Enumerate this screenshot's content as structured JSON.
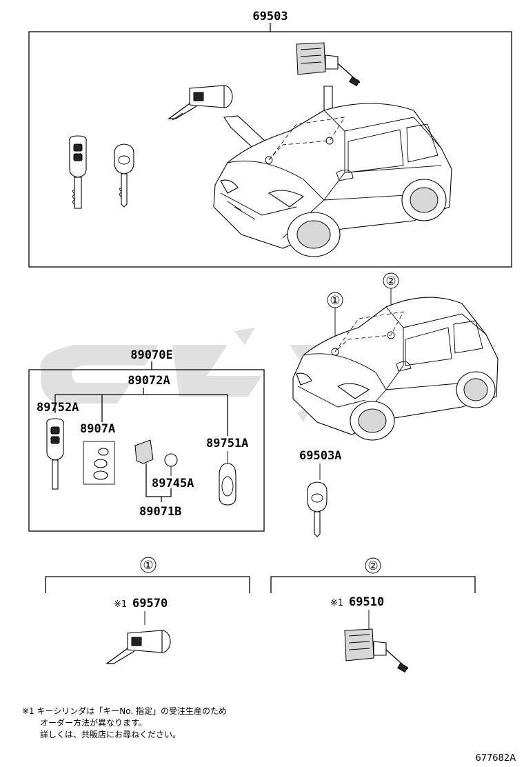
{
  "diagram": {
    "top_assembly_label": "69503",
    "keyset_label": "89070E",
    "keyset_sub_label": "89072A",
    "parts": {
      "p89752A": "89752A",
      "p8907A": "8907A",
      "p89751A": "89751A",
      "p89745A": "89745A",
      "p89071B": "89071B",
      "p69503A": "69503A",
      "p69570": "69570",
      "p69510": "69510"
    },
    "callouts": {
      "c1": "①",
      "c2": "②"
    },
    "footnote_mark": "※1",
    "note_lines": [
      "※1 キーシリンダは「キーNo. 指定」の受注生産のため",
      "オーダー方法が異なります。",
      "詳しくは、共販店にお尋ねください。"
    ],
    "figure_ref": "677682A"
  }
}
